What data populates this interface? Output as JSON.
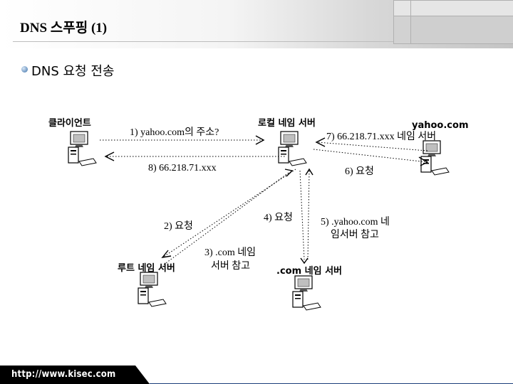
{
  "slide": {
    "title": "DNS 스푸핑 (1)",
    "bullet": "DNS 요청 전송",
    "footer_url": "http://www.kisec.com"
  },
  "diagram": {
    "nodes": {
      "client": "클라이언트",
      "local_ns": "로컬 네임 서버",
      "yahoo": "yahoo.com",
      "root_ns": "루트 네임 서버",
      "com_ns": ".com 네임 서버"
    },
    "steps": {
      "s1": "1) yahoo.com의 주소?",
      "s2": "2) 요청",
      "s3a": "3) .com 네임",
      "s3b": "서버 참고",
      "s4": "4) 요청",
      "s5a": "5) .yahoo.com 네",
      "s5b": "임서버 참고",
      "s6": "6) 요청",
      "s7": "7) 66.218.71.xxx 네임 서버",
      "s8": "8) 66.218.71.xxx"
    }
  }
}
